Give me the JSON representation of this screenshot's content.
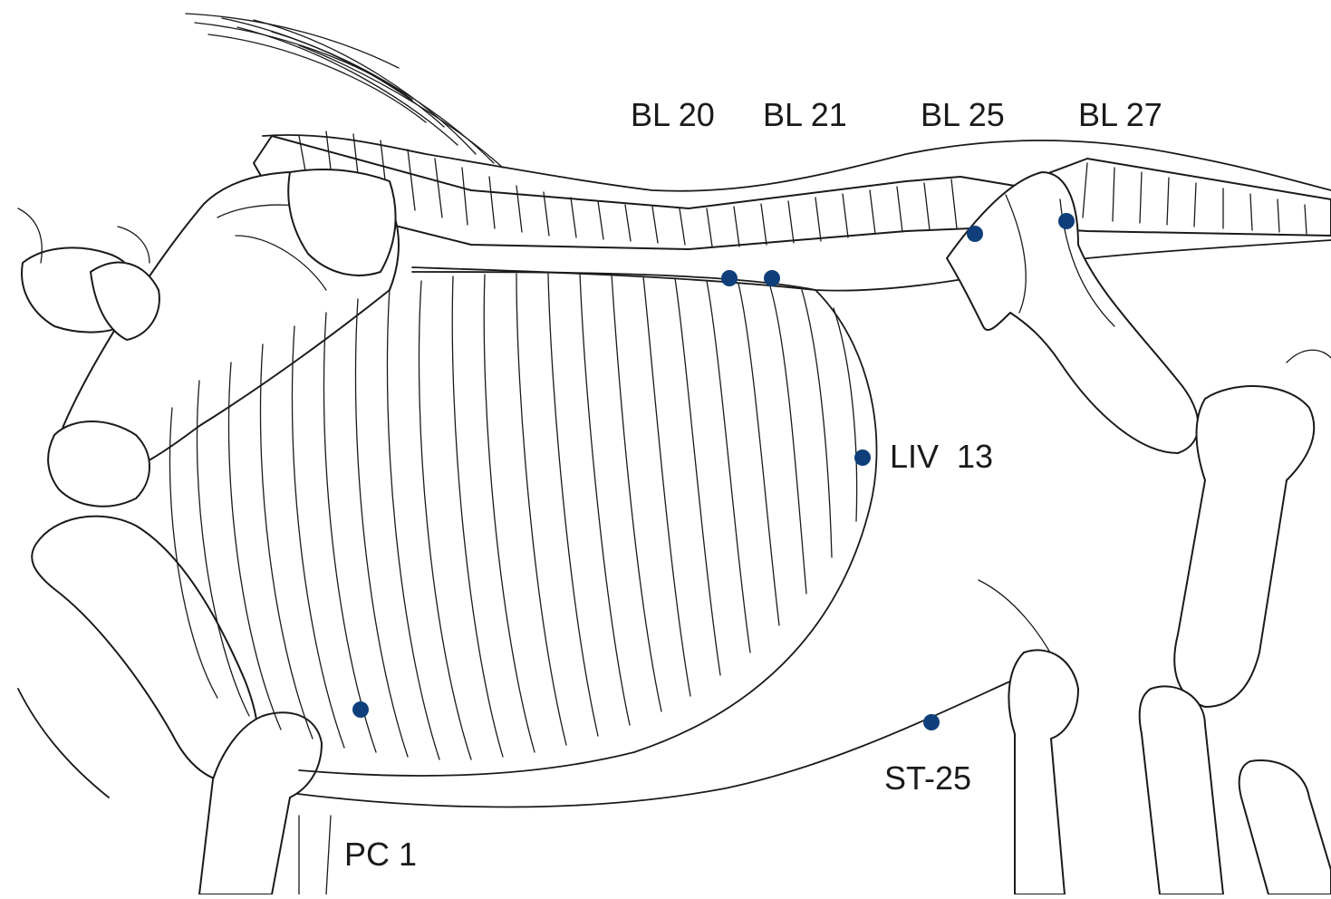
{
  "labels": {
    "bl20": "BL 20",
    "bl21": "BL 21",
    "bl25": "BL 25",
    "bl27": "BL 27",
    "liv13": "LIV  13",
    "st25": "ST-25",
    "pc1": "PC 1"
  },
  "point_color": "#0f3f7a"
}
